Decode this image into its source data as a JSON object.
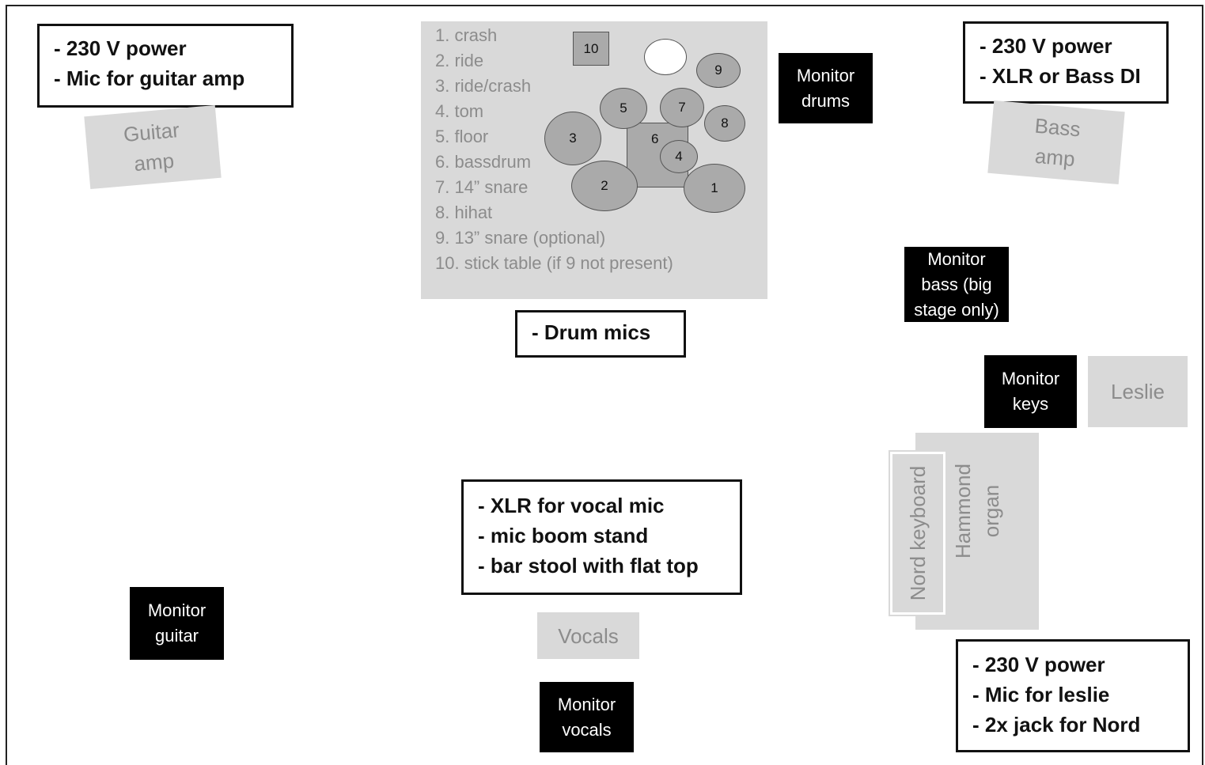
{
  "notes": {
    "guitar": [
      "230 V power",
      "Mic for guitar amp"
    ],
    "bass": [
      "230 V power",
      "XLR or Bass DI"
    ],
    "drums": [
      "Drum mics"
    ],
    "vocals": [
      "XLR for vocal mic",
      "mic boom stand",
      "bar stool with flat top"
    ],
    "keys": [
      "230 V power",
      "Mic for leslie",
      "2x jack for Nord"
    ]
  },
  "monitors": {
    "drums": [
      "Monitor",
      "drums"
    ],
    "bass": [
      "Monitor",
      "bass (big",
      "stage only)"
    ],
    "keys": [
      "Monitor",
      "keys"
    ],
    "guitar": [
      "Monitor",
      "guitar"
    ],
    "vocals": [
      "Monitor",
      "vocals"
    ]
  },
  "gear": {
    "guitar_amp": [
      "Guitar",
      "amp"
    ],
    "bass_amp": [
      "Bass",
      "amp"
    ],
    "leslie": "Leslie",
    "vocals": "Vocals",
    "hammond": [
      "Hammond",
      "organ"
    ],
    "nord": "Nord keyboard"
  },
  "drum_kit": {
    "legend": [
      "1. crash",
      "2. ride",
      "3. ride/crash",
      "4. tom",
      "5. floor",
      "6. bassdrum",
      "7. 14” snare",
      "8. hihat",
      "9. 13” snare (optional)",
      "10. stick table (if 9 not present)"
    ],
    "pieces": {
      "p1": "1",
      "p2": "2",
      "p3": "3",
      "p4": "4",
      "p5": "5",
      "p6": "6",
      "p7": "7",
      "p8": "8",
      "p9": "9",
      "p10": "10"
    }
  },
  "colors": {
    "monitor": "#000000",
    "equipment": "#d9d9d9",
    "equipment_text": "#8c8c8c",
    "drum": "#aaaaaa"
  }
}
